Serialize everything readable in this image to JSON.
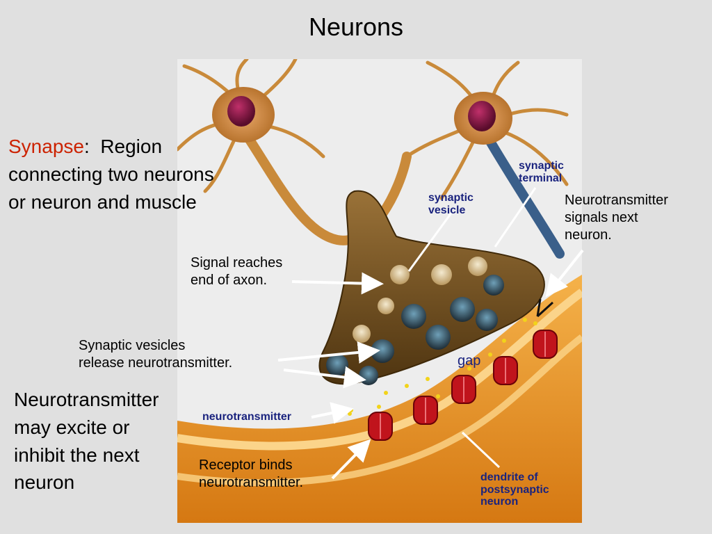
{
  "title": "Neurons",
  "synapse_def": {
    "term": "Synapse",
    "colon": ":",
    "definition_1": "Region",
    "definition_2": "connecting two neurons",
    "definition_3": "or neuron and muscle"
  },
  "side_note": [
    "Neurotransmitter",
    "may excite or",
    "inhibit the next",
    "neuron"
  ],
  "steps": {
    "signal_reaches": [
      "Signal reaches",
      "end of axon."
    ],
    "vesicles_release": [
      "Synaptic vesicles",
      "release neurotransmitter."
    ],
    "receptor_binds": [
      "Receptor binds",
      "neurotransmitter."
    ],
    "signals_next": [
      "Neurotransmitter",
      "signals next",
      "neuron."
    ]
  },
  "labels": {
    "synaptic_terminal": [
      "synaptic",
      "terminal"
    ],
    "synaptic_vesicle": [
      "synaptic",
      "vesicle"
    ],
    "gap": "gap",
    "neurotransmitter": "neurotransmitter",
    "dendrite": [
      "dendrite of",
      "postsynaptic",
      "neuron"
    ]
  },
  "colors": {
    "term_red": "#cc2200",
    "label_navy": "#1a237e",
    "background": "#e0e0e0",
    "receptor_red": "#c0141c",
    "terminal_brown": "#6b4a18",
    "dendrite_orange": "#e8901c"
  }
}
